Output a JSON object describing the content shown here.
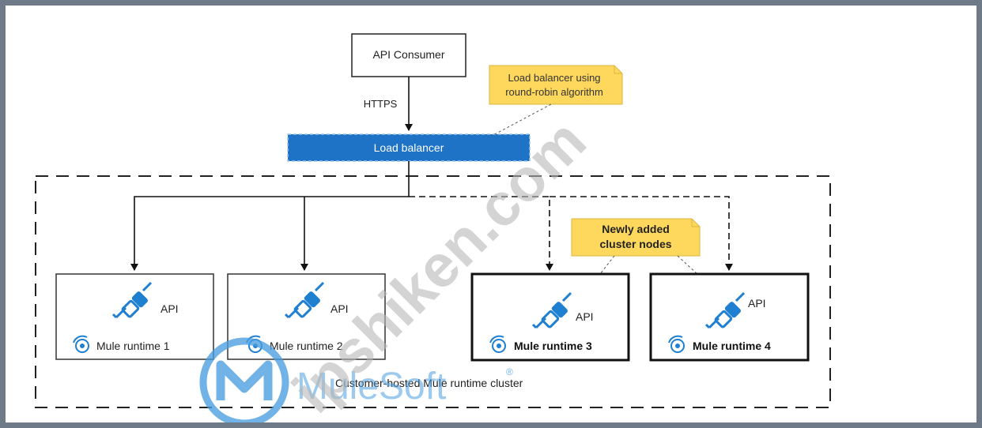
{
  "consumer": {
    "label": "API Consumer"
  },
  "edge": {
    "protocol": "HTTPS"
  },
  "load_balancer": {
    "label": "Load balancer"
  },
  "notes": {
    "lb_note": {
      "lines": [
        "Load balancer using",
        "round-robin algorithm"
      ]
    },
    "new_nodes_note": {
      "lines": [
        "Newly added",
        "cluster nodes"
      ]
    }
  },
  "cluster": {
    "label": "Customer-hosted Mule runtime cluster"
  },
  "nodes": [
    {
      "api_label": "API",
      "runtime_label": "Mule runtime 1",
      "bold": false
    },
    {
      "api_label": "API",
      "runtime_label": "Mule runtime 2",
      "bold": false
    },
    {
      "api_label": "API",
      "runtime_label": "Mule runtime 3",
      "bold": true
    },
    {
      "api_label": "API",
      "runtime_label": "Mule runtime 4",
      "bold": true
    }
  ],
  "watermark": {
    "brand_text": "MuleSoft",
    "registered_mark": "®",
    "site_text": "ipshiken.com"
  },
  "colors": {
    "load_balancer_fill": "#1e73c6",
    "note_fill": "#fdd85d",
    "connector_icon": "#1f7fd1",
    "watermark_blue": "#4a9ee0",
    "watermark_gray": "#b8b8b8"
  }
}
